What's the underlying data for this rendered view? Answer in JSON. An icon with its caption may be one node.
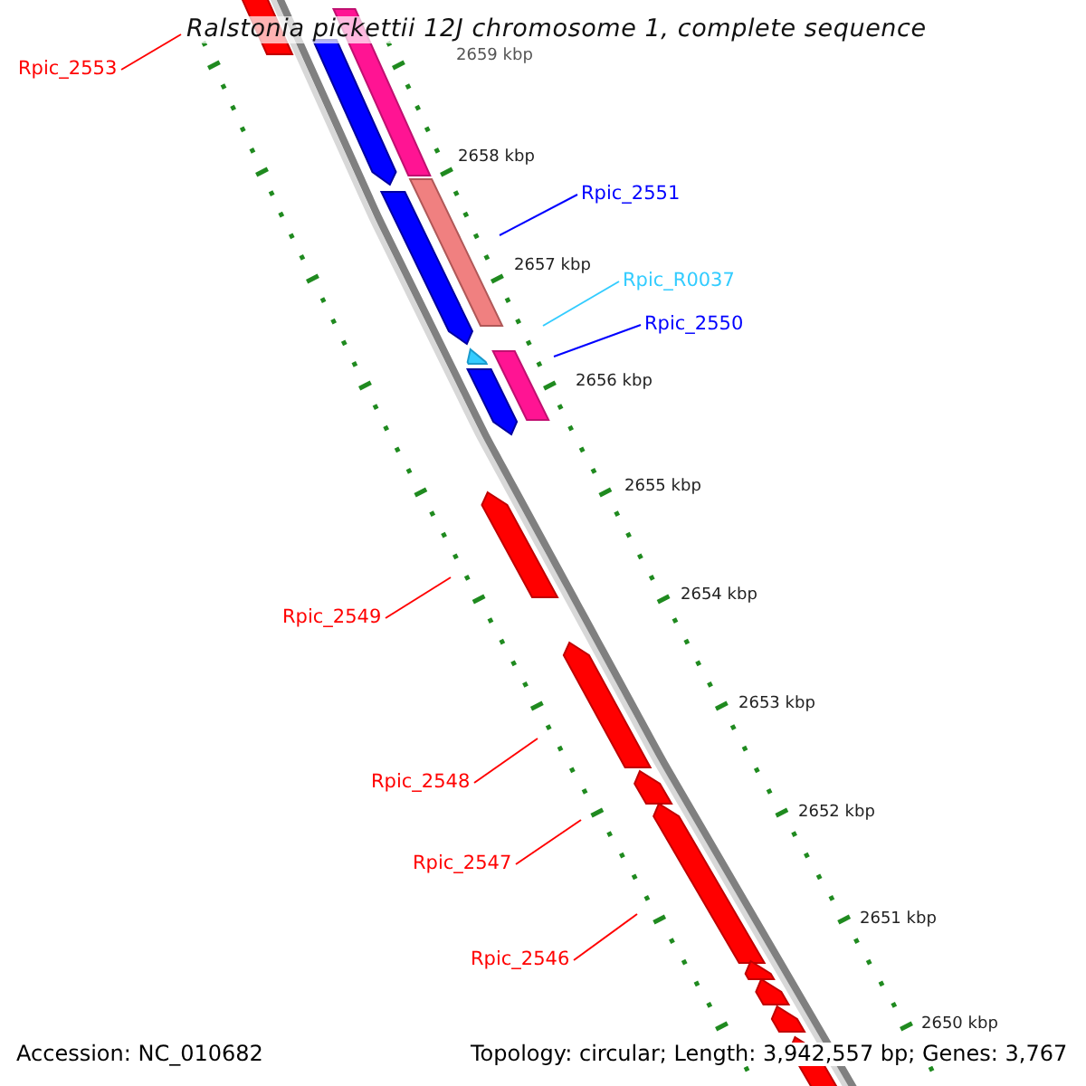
{
  "diagram": {
    "title": "Ralstonia pickettii 12J chromosome 1, complete sequence",
    "nodes": [
      {
        "text": [
          "Rpic_2553"
        ]
      },
      {
        "text": [
          "Rpic_2551"
        ]
      },
      {
        "text": [
          "Rpic_R0037"
        ]
      },
      {
        "text": [
          "Rpic_2550"
        ]
      },
      {
        "text": [
          "Rpic_2549"
        ]
      },
      {
        "text": [
          "Rpic_2548"
        ]
      },
      {
        "text": [
          "Rpic_2547"
        ]
      },
      {
        "text": [
          "Rpic_2546"
        ]
      }
    ],
    "edges": [
      {
        "from": 0,
        "to": null,
        "arrow": "none"
      },
      {
        "from": 1,
        "to": null,
        "arrow": "none",
        "color": "#0000ff"
      },
      {
        "from": 2,
        "to": null,
        "arrow": "none",
        "color": "#33ccff"
      },
      {
        "from": 3,
        "to": null,
        "arrow": "none",
        "color": "#0000ff"
      },
      {
        "from": 4,
        "to": null,
        "arrow": "none"
      },
      {
        "from": 5,
        "to": null,
        "arrow": "none"
      },
      {
        "from": 6,
        "to": null,
        "arrow": "none"
      },
      {
        "from": 7,
        "to": null,
        "arrow": "none"
      }
    ],
    "labels": [
      "2659 kbp",
      "2658 kbp",
      "2657 kbp",
      "2656 kbp",
      "2655 kbp",
      "2654 kbp",
      "2653 kbp",
      "2652 kbp",
      "2651 kbp",
      "2650 kbp",
      "Accession: NC_010682",
      "Topology: circular; Length: 3,942,557 bp; Genes: 3,767"
    ]
  }
}
